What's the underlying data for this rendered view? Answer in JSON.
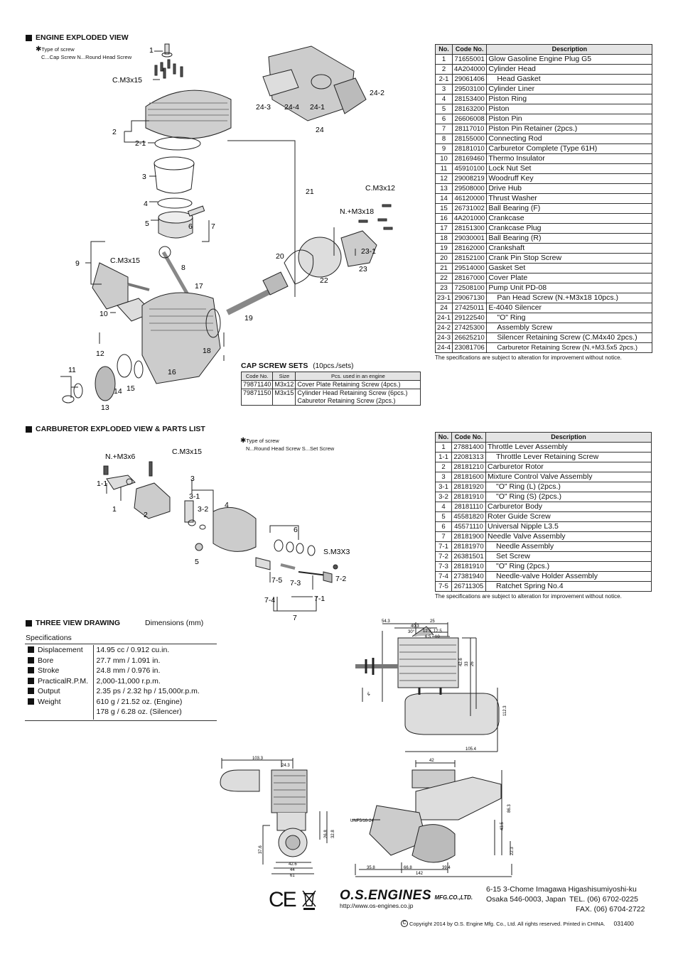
{
  "engine_section": {
    "title": "ENGINE EXPLODED VIEW",
    "screw_note_title": "Type of screw",
    "screw_note": "C...Cap Screw  N...Round Head Screw",
    "callouts": [
      "1",
      "C.M3x15",
      "2",
      "2-1",
      "3",
      "4",
      "5",
      "6",
      "7",
      "9",
      "C.M3x15",
      "8",
      "10",
      "17",
      "12",
      "11",
      "16",
      "18",
      "14",
      "15",
      "13",
      "19",
      "20",
      "22",
      "21",
      "23",
      "23-1",
      "N.+M3x18",
      "C.M3x12",
      "24-3",
      "24-4",
      "24-1",
      "24",
      "24-2"
    ]
  },
  "engine_parts": {
    "headers": [
      "No.",
      "Code No.",
      "Description"
    ],
    "rows": [
      {
        "no": "1",
        "code": "71655001",
        "desc": "Glow Gasoline Engine Plug G5"
      },
      {
        "no": "2",
        "code": "4A204000",
        "desc": "Cylinder Head"
      },
      {
        "no": "2-1",
        "code": "29061406",
        "desc": "Head Gasket"
      },
      {
        "no": "3",
        "code": "29503100",
        "desc": "Cylinder Liner"
      },
      {
        "no": "4",
        "code": "28153400",
        "desc": "Piston Ring"
      },
      {
        "no": "5",
        "code": "28163200",
        "desc": "Piston"
      },
      {
        "no": "6",
        "code": "26606008",
        "desc": "Piston Pin"
      },
      {
        "no": "7",
        "code": "28117010",
        "desc": "Piston Pin Retainer (2pcs.)"
      },
      {
        "no": "8",
        "code": "28155000",
        "desc": "Connecting Rod"
      },
      {
        "no": "9",
        "code": "28181010",
        "desc": "Carburetor Complete (Type 61H)"
      },
      {
        "no": "10",
        "code": "28169460",
        "desc": "Thermo Insulator"
      },
      {
        "no": "11",
        "code": "45910100",
        "desc": "Lock Nut Set"
      },
      {
        "no": "12",
        "code": "29008219",
        "desc": "Woodruff Key"
      },
      {
        "no": "13",
        "code": "29508000",
        "desc": "Drive Hub"
      },
      {
        "no": "14",
        "code": "46120000",
        "desc": "Thrust Washer"
      },
      {
        "no": "15",
        "code": "26731002",
        "desc": "Ball Bearing (F)"
      },
      {
        "no": "16",
        "code": "4A201000",
        "desc": "Crankcase"
      },
      {
        "no": "17",
        "code": "28151300",
        "desc": "Crankcase Plug"
      },
      {
        "no": "18",
        "code": "29030001",
        "desc": "Ball Bearing (R)"
      },
      {
        "no": "19",
        "code": "28162000",
        "desc": "Crankshaft"
      },
      {
        "no": "20",
        "code": "28152100",
        "desc": "Crank Pin Stop Screw"
      },
      {
        "no": "21",
        "code": "29514000",
        "desc": "Gasket Set"
      },
      {
        "no": "22",
        "code": "28167000",
        "desc": "Cover Plate"
      },
      {
        "no": "23",
        "code": "72508100",
        "desc": "Pump Unit PD-08"
      },
      {
        "no": "23-1",
        "code": "29067130",
        "desc": "Pan Head Screw (N.+M3x18 10pcs.)"
      },
      {
        "no": "24",
        "code": "27425011",
        "desc": "E-4040 Silencer"
      },
      {
        "no": "24-1",
        "code": "29122540",
        "desc": "\"O\" Ring"
      },
      {
        "no": "24-2",
        "code": "27425300",
        "desc": "Assembly Screw"
      },
      {
        "no": "24-3",
        "code": "26625210",
        "desc": "Silencer Retaining Screw (C.M4x40 2pcs.)"
      },
      {
        "no": "24-4",
        "code": "23081706",
        "desc": "Carburetor Retaining Screw (N.+M3.5x5 2pcs.)"
      }
    ],
    "note": "The specifications are subject to alteration for improvement without notice."
  },
  "cap_screws": {
    "title": "CAP SCREW SETS",
    "subtitle": "(10pcs./sets)",
    "headers": [
      "Code No.",
      "Size",
      "Pcs. used in an engine"
    ],
    "rows": [
      {
        "code": "79871140",
        "size": "M3x12",
        "desc": "Cover Plate Retaining Screw (4pcs.)",
        "desc2": ""
      },
      {
        "code": "79871150",
        "size": "M3x15",
        "desc": "Cylinder Head Retaining Screw (6pcs.)",
        "desc2": "Caburetor Retaining Screw (2pcs.)"
      }
    ]
  },
  "carb_section": {
    "title": "CARBURETOR EXPLODED VIEW & PARTS LIST",
    "screw_note_title": "Type of screw",
    "screw_note": "N...Round Head Screw  S...Set Screw",
    "callouts": [
      "N.+M3x6",
      "C.M3x15",
      "1-1",
      "1",
      "2",
      "3",
      "3-1",
      "3-2",
      "4",
      "5",
      "6",
      "S.M3X3",
      "7-5",
      "7-3",
      "7-2",
      "7-4",
      "7-1",
      "7"
    ]
  },
  "carb_parts": {
    "headers": [
      "No.",
      "Code No.",
      "Description"
    ],
    "rows": [
      {
        "no": "1",
        "code": "27881400",
        "desc": "Throttle Lever Assembly"
      },
      {
        "no": "1-1",
        "code": "22081313",
        "desc": "Throttle Lever Retaining Screw"
      },
      {
        "no": "2",
        "code": "28181210",
        "desc": "Carburetor Rotor"
      },
      {
        "no": "3",
        "code": "28181600",
        "desc": "Mixture Control Valve Assembly"
      },
      {
        "no": "3-1",
        "code": "28181920",
        "desc": "\"O\" Ring (L) (2pcs.)"
      },
      {
        "no": "3-2",
        "code": "28181910",
        "desc": "\"O\" Ring (S) (2pcs.)"
      },
      {
        "no": "4",
        "code": "28181110",
        "desc": "Carburetor Body"
      },
      {
        "no": "5",
        "code": "45581820",
        "desc": "Roter Guide Screw"
      },
      {
        "no": "6",
        "code": "45571110",
        "desc": "Universal Nipple L3.5"
      },
      {
        "no": "7",
        "code": "28181900",
        "desc": "Needle Valve Assembly"
      },
      {
        "no": "7-1",
        "code": "28181970",
        "desc": "Needle Assembly"
      },
      {
        "no": "7-2",
        "code": "26381501",
        "desc": "Set Screw"
      },
      {
        "no": "7-3",
        "code": "28181910",
        "desc": "\"O\" Ring (2pcs.)"
      },
      {
        "no": "7-4",
        "code": "27381940",
        "desc": "Needle-valve Holder Assembly"
      },
      {
        "no": "7-5",
        "code": "26711305",
        "desc": "Ratchet Spring No.4"
      }
    ],
    "note": "The specifications are subject to alteration for improvement without notice."
  },
  "three_view": {
    "title": "THREE VIEW DRAWING",
    "units": "Dimensions (mm)",
    "dims_side": [
      "54.3",
      "25",
      "40.3",
      "30°",
      "12.5",
      "12.5",
      "6.5",
      "10",
      "42.6",
      "33",
      "26",
      "4°",
      "112.3",
      "105.4"
    ],
    "dims_front": [
      "103.3",
      "24.3",
      "37.6",
      "26.8",
      "32.8",
      "42.6",
      "44",
      "61"
    ],
    "dims_bottom": [
      "42",
      "86.3",
      "43.5",
      "22.3",
      "UNF5/16-24",
      "35.8",
      "66.8",
      "39.4",
      "142"
    ]
  },
  "specs": {
    "title": "Specifications",
    "rows": [
      {
        "k": "Displacement",
        "v": "14.95 cc / 0.912 cu.in."
      },
      {
        "k": "Bore",
        "v": "27.7 mm / 1.091 in."
      },
      {
        "k": "Stroke",
        "v": "24.8 mm / 0.976 in."
      },
      {
        "k": "PracticalR.P.M.",
        "v": "2,000-11,000 r.p.m."
      },
      {
        "k": "Output",
        "v": "2.35 ps / 2.32 hp / 15,000r.p.m."
      },
      {
        "k": "Weight",
        "v": "610 g / 21.52 oz. (Engine)"
      }
    ],
    "extra": "178 g / 6.28 oz.   (Silencer)"
  },
  "footer": {
    "ce": "CE",
    "brand": "O.S.ENGINES",
    "brand_sub": "MFG.CO.,LTD.",
    "url": "http://www.os-engines.co.jp",
    "address1": "6-15 3-Chome Imagawa Higashisumiyoshi-ku",
    "address2": "Osaka 546-0003, Japan",
    "tel": "TEL. (06) 6702-0225",
    "fax": "FAX. (06) 6704-2722",
    "copyright": "Copyright 2014 by O.S. Engine Mfg. Co., Ltd. All rights reserved. Printed in CHINA.",
    "doc_code": "031400"
  }
}
